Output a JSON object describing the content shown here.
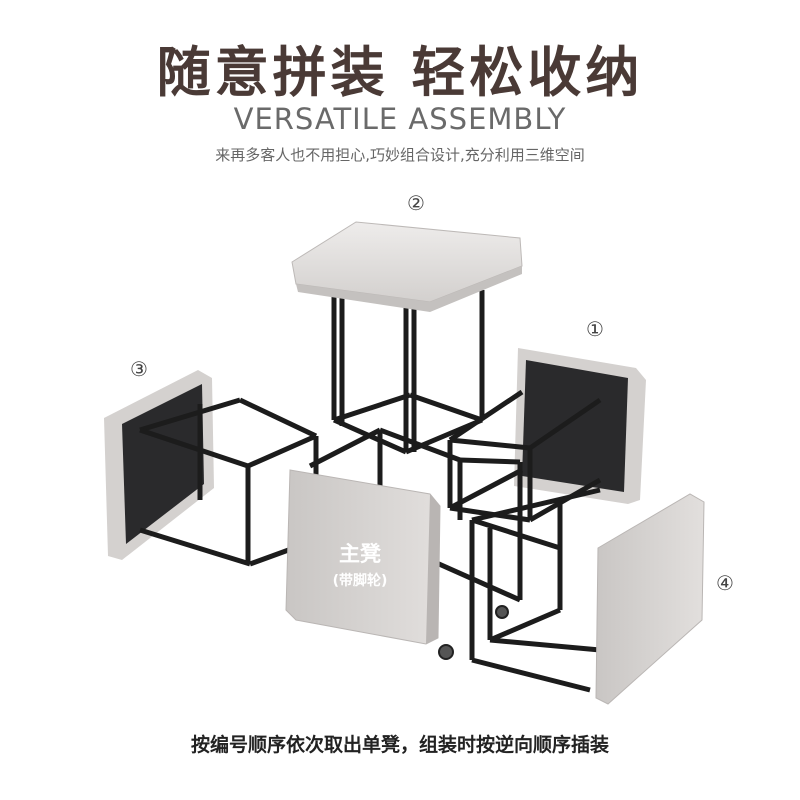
{
  "header": {
    "title": "随意拼装 轻松收纳",
    "subtitle_en": "VERSATILE ASSEMBLY",
    "description": "来再多客人也不用担心,巧妙组合设计,充分利用三维空间"
  },
  "markers": {
    "one": "①",
    "two": "②",
    "three": "③",
    "four": "④"
  },
  "main_stool": {
    "label": "主凳",
    "sublabel": "(带脚轮)"
  },
  "footer": {
    "instruction": "按编号顺序依次取出单凳，组装时按逆向顺序插装"
  },
  "colors": {
    "frame": "#1c1c1c",
    "cushion": "#d9d6d4",
    "cushion_bottom": "#2a2a2c",
    "title": "#4a3a36"
  }
}
